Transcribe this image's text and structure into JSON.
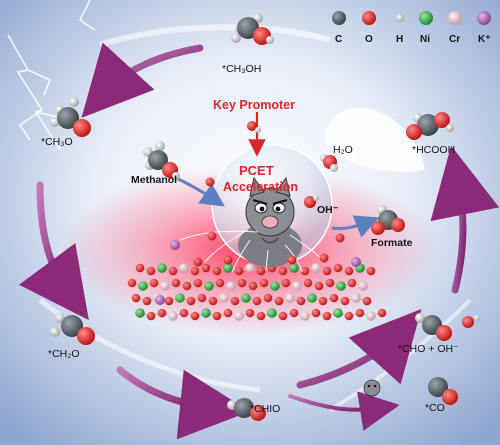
{
  "legend": {
    "items": [
      {
        "symbol": "C",
        "color": "#4f5a5f"
      },
      {
        "symbol": "O",
        "color": "#e62f2f"
      },
      {
        "symbol": "H",
        "color": "#c9c9c9"
      },
      {
        "symbol": "Ni",
        "color": "#39b54a"
      },
      {
        "symbol": "Cr",
        "color": "#e7c9d2"
      },
      {
        "symbol": "K⁺",
        "color": "#b070b8"
      }
    ]
  },
  "species": {
    "ch3oh_top": "*CH₃OH",
    "ch3o": "*CH₃O",
    "ch2o": "*CH₂O",
    "chio": "*CHIO",
    "co": "*CO",
    "cho_oh": "*CHO + OH⁻",
    "hcooh": "*HCOOH",
    "h2o": "H₂O"
  },
  "center": {
    "key_promoter": "Key Promoter",
    "pcet": "PCET",
    "acceleration": "Acceleration",
    "methanol": "Methanol",
    "oh": "OH⁻",
    "formate": "Formate"
  },
  "colors": {
    "background": "#cfdcef",
    "cycle_arrow": "#8a2a78",
    "accent_red": "#d8252e",
    "glow": "#ff3c5a"
  }
}
